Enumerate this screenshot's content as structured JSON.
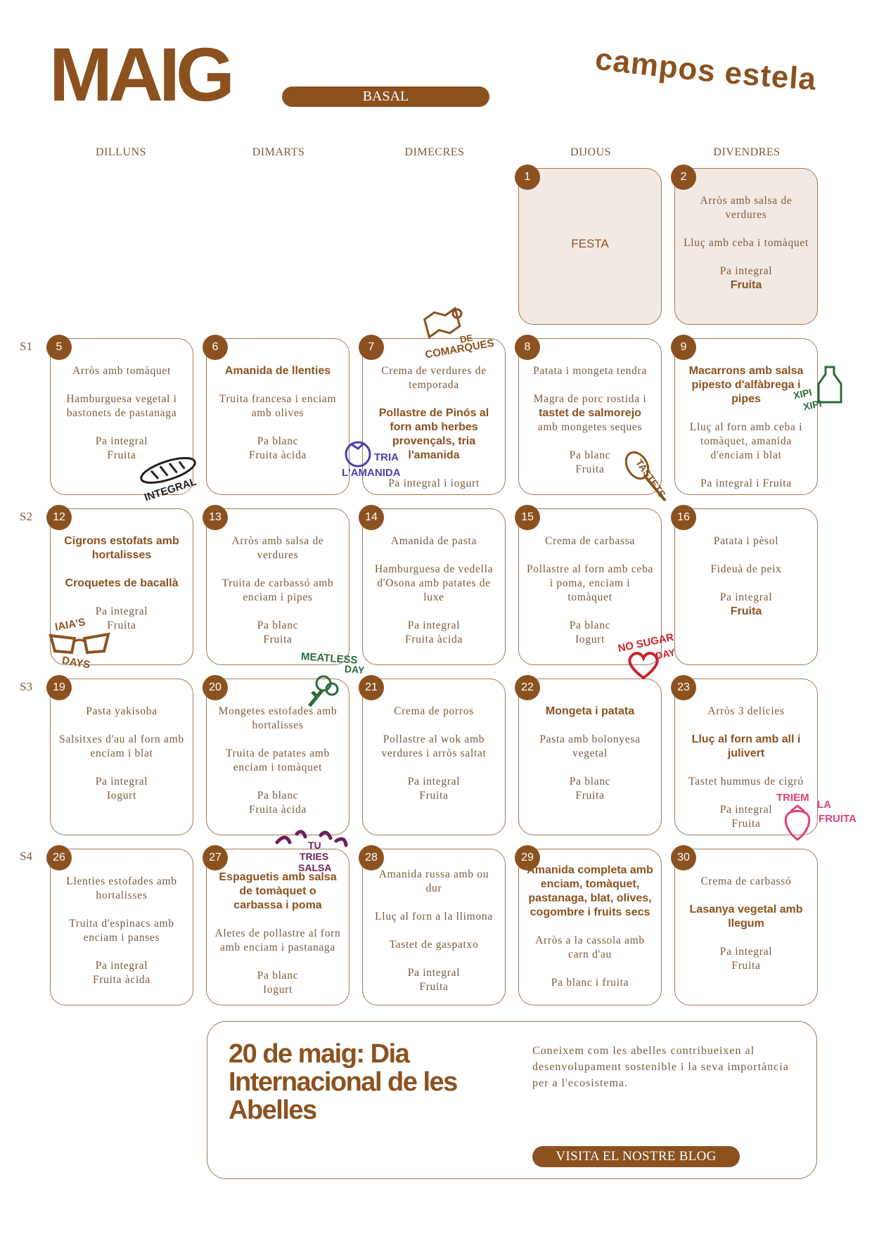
{
  "header": {
    "month": "MAIG",
    "menu_type": "BASAL",
    "brand": "campos estela"
  },
  "weekdays": [
    "DILLUNS",
    "DIMARTS",
    "DIMECRES",
    "DIJOUS",
    "DIVENDRES"
  ],
  "weeks": [
    "S1",
    "S2",
    "S3",
    "S4"
  ],
  "days": [
    {
      "num": "1",
      "lines": [
        "FESTA"
      ]
    },
    {
      "num": "2",
      "lines": [
        "Arròs amb salsa de verdures",
        "Lluç amb ceba i tomàquet",
        "Pa integral",
        "Fruita"
      ]
    },
    {
      "num": "5",
      "lines": [
        "Arròs amb tomàquet",
        "Hamburguesa vegetal i bastonets de pastanaga",
        "Pa integral",
        "Fruita"
      ]
    },
    {
      "num": "6",
      "lines": [
        "Amanida de llenties",
        "Truita francesa i enciam amb olives",
        "Pa blanc",
        "Fruita àcida"
      ]
    },
    {
      "num": "7",
      "lines": [
        "Crema de verdures de temporada",
        "Pollastre de Pinós al forn amb herbes provençals, tria l'amanida",
        "Pa integral i iogurt"
      ]
    },
    {
      "num": "8",
      "lines": [
        "Patata i mongeta tendra",
        "Magra de porc rostida i",
        "tastet de salmorejo",
        "amb mongetes seques",
        "Pa blanc",
        "Fruita"
      ]
    },
    {
      "num": "9",
      "lines": [
        "Macarrons amb salsa pipesto d'alfàbrega i pipes",
        "Lluç al forn amb ceba i tomàquet, amanida d'enciam i blat",
        "Pa integral i Fruita"
      ]
    },
    {
      "num": "12",
      "lines": [
        "Cigrons estofats amb hortalisses",
        "Croquetes de bacallà",
        "Pa integral",
        "Fruita"
      ]
    },
    {
      "num": "13",
      "lines": [
        "Arròs amb salsa de verdures",
        "Truita de carbassó amb enciam i pipes",
        "Pa blanc",
        "Fruita"
      ]
    },
    {
      "num": "14",
      "lines": [
        "Amanida de pasta",
        "Hamburguesa de vedella d'Osona amb patates de luxe",
        "Pa integral",
        "Fruita àcida"
      ]
    },
    {
      "num": "15",
      "lines": [
        "Crema de carbassa",
        "Pollastre al forn amb ceba i poma, enciam i tomàquet",
        "Pa blanc",
        "Iogurt"
      ]
    },
    {
      "num": "16",
      "lines": [
        "Patata i pèsol",
        "Fideuà de peix",
        "Pa integral",
        "Fruita"
      ]
    },
    {
      "num": "19",
      "lines": [
        "Pasta yakisoba",
        "Salsitxes d'au al forn amb enciam i blat",
        "Pa integral",
        "Iogurt"
      ]
    },
    {
      "num": "20",
      "lines": [
        "Mongetes estofades amb hortalisses",
        "Truita de patates amb enciam i tomàquet",
        "Pa blanc",
        "Fruita àcida"
      ]
    },
    {
      "num": "21",
      "lines": [
        "Crema de porros",
        "Pollastre al wok amb verdures i arròs saltat",
        "Pa integral",
        "Fruita"
      ]
    },
    {
      "num": "22",
      "lines": [
        "Mongeta i patata",
        "Pasta amb bolonyesa vegetal",
        "Pa blanc",
        "Fruita"
      ]
    },
    {
      "num": "23",
      "lines": [
        "Arròs 3 delícies",
        "Lluç al forn amb all i julivert",
        "Tastet hummus de cigró",
        "Pa integral",
        "Fruita"
      ]
    },
    {
      "num": "26",
      "lines": [
        "Llenties estofades amb hortalisses",
        "Truita d'espinacs amb enciam i panses",
        "Pa integral",
        "Fruita àcida"
      ]
    },
    {
      "num": "27",
      "lines": [
        "Espaguetis amb salsa de tomàquet o carbassa i poma",
        "Aletes de pollastre al forn amb enciam i pastanaga",
        "Pa blanc",
        "Iogurt"
      ]
    },
    {
      "num": "28",
      "lines": [
        "Amanida russa amb ou dur",
        "Lluç al forn a la llimona",
        "Tastet de gaspatxo",
        "Pa integral",
        "Fruita"
      ]
    },
    {
      "num": "29",
      "lines": [
        "Amanida completa amb enciam, tomàquet, pastanaga, blat, olives, cogombre i fruits secs",
        "Arròs a la cassola amb carn d'au",
        "Pa blanc i fruita"
      ]
    },
    {
      "num": "30",
      "lines": [
        "Crema de carbassó",
        "Lasanya vegetal amb llegum",
        "Pa integral",
        "Fruita"
      ]
    }
  ],
  "stickers": {
    "comarques": [
      "DE",
      "COMARQUES"
    ],
    "integral": "INTEGRAL",
    "tria_amanida": [
      "TRIA",
      "L'AMANIDA"
    ],
    "tastets": "TASTETS",
    "xipi": [
      "XIPI",
      "XIPI"
    ],
    "iaias": [
      "IAIA'S",
      "DAYS"
    ],
    "no_sugar": [
      "NO SUGAR",
      "DAY"
    ],
    "meatless": [
      "MEATLESS",
      "DAY"
    ],
    "triem_fruita": [
      "TRIEM",
      "LA",
      "FRUITA"
    ],
    "tu_tries": [
      "TU",
      "TRIES",
      "SALSA"
    ]
  },
  "footer": {
    "title": "20 de maig: Dia Internacional de les Abelles",
    "text": "Coneixem com les abelles contribueixen al desenvolupament sostenible i la seva importància per a l'ecosistema.",
    "button": "VISITA EL NOSTRE BLOG"
  },
  "colors": {
    "brown": "#8b5220",
    "text": "#7a5a3a",
    "border": "#a07a5a",
    "holiday_bg": "#f3e9e3"
  }
}
